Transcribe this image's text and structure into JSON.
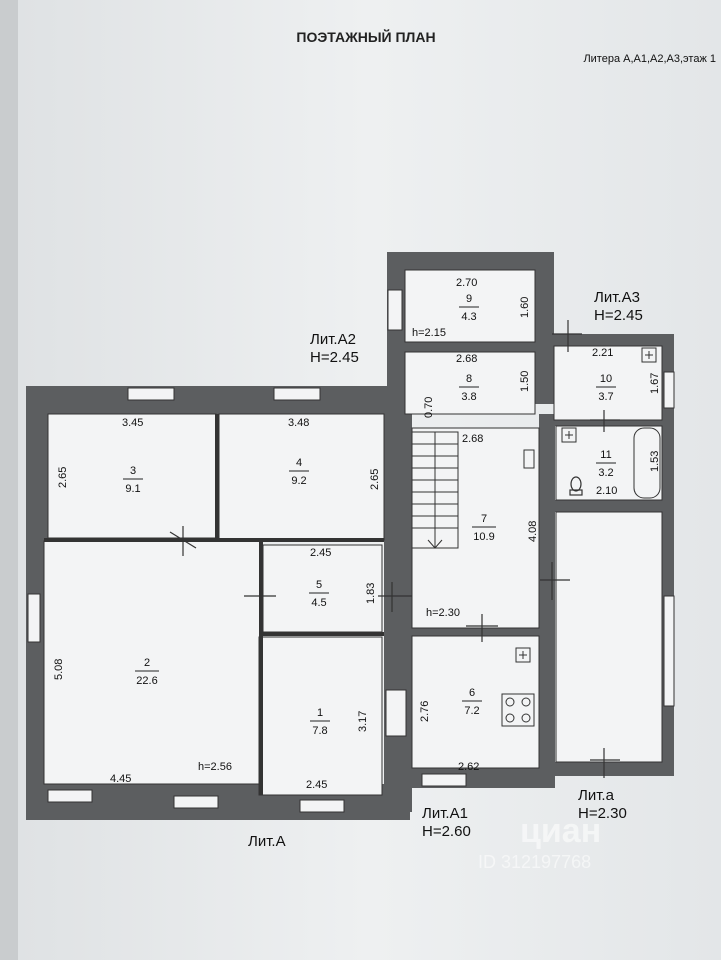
{
  "header": {
    "title": "ПОЭТАЖНЫЙ ПЛАН",
    "litera": "Литера А,А1,А2,А3,этаж 1"
  },
  "blocks": {
    "a2_name": "Лит.А2",
    "a2_h": "H=2.45",
    "a3_name": "Лит.А3",
    "a3_h": "H=2.45",
    "a1_name": "Лит.А1",
    "a1_h": "H=2.60",
    "a_small_name": "Лит.а",
    "a_small_h": "H=2.30",
    "a_main": "Лит.А"
  },
  "rooms": {
    "r1": {
      "no": "1",
      "area": "7.8"
    },
    "r2": {
      "no": "2",
      "area": "22.6"
    },
    "r3": {
      "no": "3",
      "area": "9.1"
    },
    "r4": {
      "no": "4",
      "area": "9.2"
    },
    "r5": {
      "no": "5",
      "area": "4.5"
    },
    "r6": {
      "no": "6",
      "area": "7.2"
    },
    "r7": {
      "no": "7",
      "area": "10.9"
    },
    "r8": {
      "no": "8",
      "area": "3.8"
    },
    "r9": {
      "no": "9",
      "area": "4.3"
    },
    "r10": {
      "no": "10",
      "area": "3.7"
    },
    "r11": {
      "no": "11",
      "area": "3.2"
    }
  },
  "dims": {
    "d_270": "2.70",
    "d_160": "1.60",
    "d_h215": "h=2.15",
    "d_268a": "2.68",
    "d_150": "1.50",
    "d_221": "2.21",
    "d_167": "1.67",
    "d_070": "0.70",
    "d_268b": "2.68",
    "d_153": "1.53",
    "d_210": "2.10",
    "d_345": "3.45",
    "d_348": "3.48",
    "d_265a": "2.65",
    "d_265b": "2.65",
    "d_245a": "2.45",
    "d_183": "1.83",
    "d_408": "4.08",
    "d_h230": "h=2.30",
    "d_508": "5.08",
    "d_276": "2.76",
    "d_317": "3.17",
    "d_445": "4.45",
    "d_h256": "h=2.56",
    "d_245b": "2.45",
    "d_262": "2.62"
  },
  "watermark": {
    "brand": "циан",
    "id": "ID 312197768"
  }
}
